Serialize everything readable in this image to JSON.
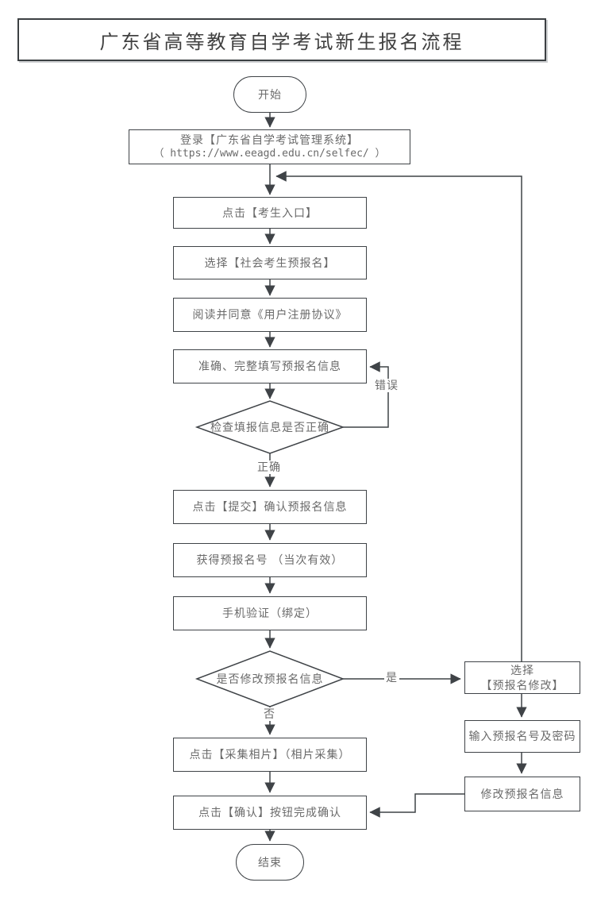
{
  "title": "广东省高等教育自学考试新生报名流程",
  "colors": {
    "line": "#3f4347",
    "text": "#6a6a6a",
    "title_text": "#414141"
  },
  "nodes": {
    "start": {
      "label": "开始"
    },
    "login": {
      "line1": "登录【广东省自学考试管理系统】",
      "line2": "（ https://www.eeagd.edu.cn/selfec/ ）"
    },
    "entrance": {
      "label": "点击【考生入口】"
    },
    "select_prereg": {
      "label": "选择【社会考生预报名】"
    },
    "agreement": {
      "label": "阅读并同意《用户注册协议》"
    },
    "fill_info": {
      "label": "准确、完整填写预报名信息"
    },
    "check_info": {
      "label": "检查填报信息是否正确"
    },
    "submit": {
      "label": "点击【提交】确认预报名信息"
    },
    "get_number": {
      "label": "获得预报名号 （当次有效）"
    },
    "phone_verify": {
      "label": "手机验证（绑定）"
    },
    "modify_decision": {
      "label": "是否修改预报名信息"
    },
    "photo": {
      "label": "点击【采集相片】（相片采集）"
    },
    "confirm": {
      "label": "点击【确认】按钮完成确认"
    },
    "end": {
      "label": "结束"
    },
    "select_modify": {
      "line1": "选择",
      "line2": "【预报名修改】"
    },
    "input_number": {
      "label": "输入预报名号及密码"
    },
    "modify_info": {
      "label": "修改预报名信息"
    }
  },
  "edge_labels": {
    "wrong": "错误",
    "correct": "正确",
    "yes": "是",
    "no": "否"
  }
}
